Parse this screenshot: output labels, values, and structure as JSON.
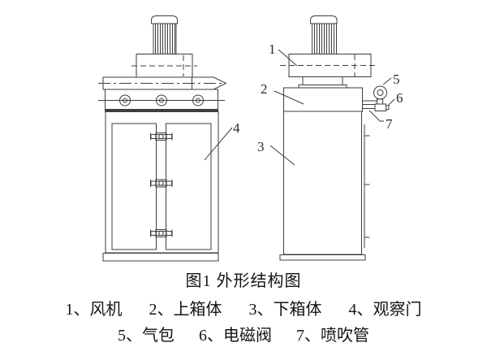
{
  "figure": {
    "caption": "图1 外形结构图",
    "callouts": {
      "c1": "1",
      "c2": "2",
      "c3": "3",
      "c4": "4",
      "c5": "5",
      "c6": "6",
      "c7": "7"
    },
    "legend": {
      "row1": [
        "1、风机",
        "2、上箱体",
        "3、下箱体",
        "4、观察门"
      ],
      "row2": [
        "5、气包",
        "6、电磁阀",
        "7、喷吹管"
      ]
    },
    "colors": {
      "line": "#3d3d3d",
      "text": "#141414",
      "background": "#ffffff"
    }
  }
}
